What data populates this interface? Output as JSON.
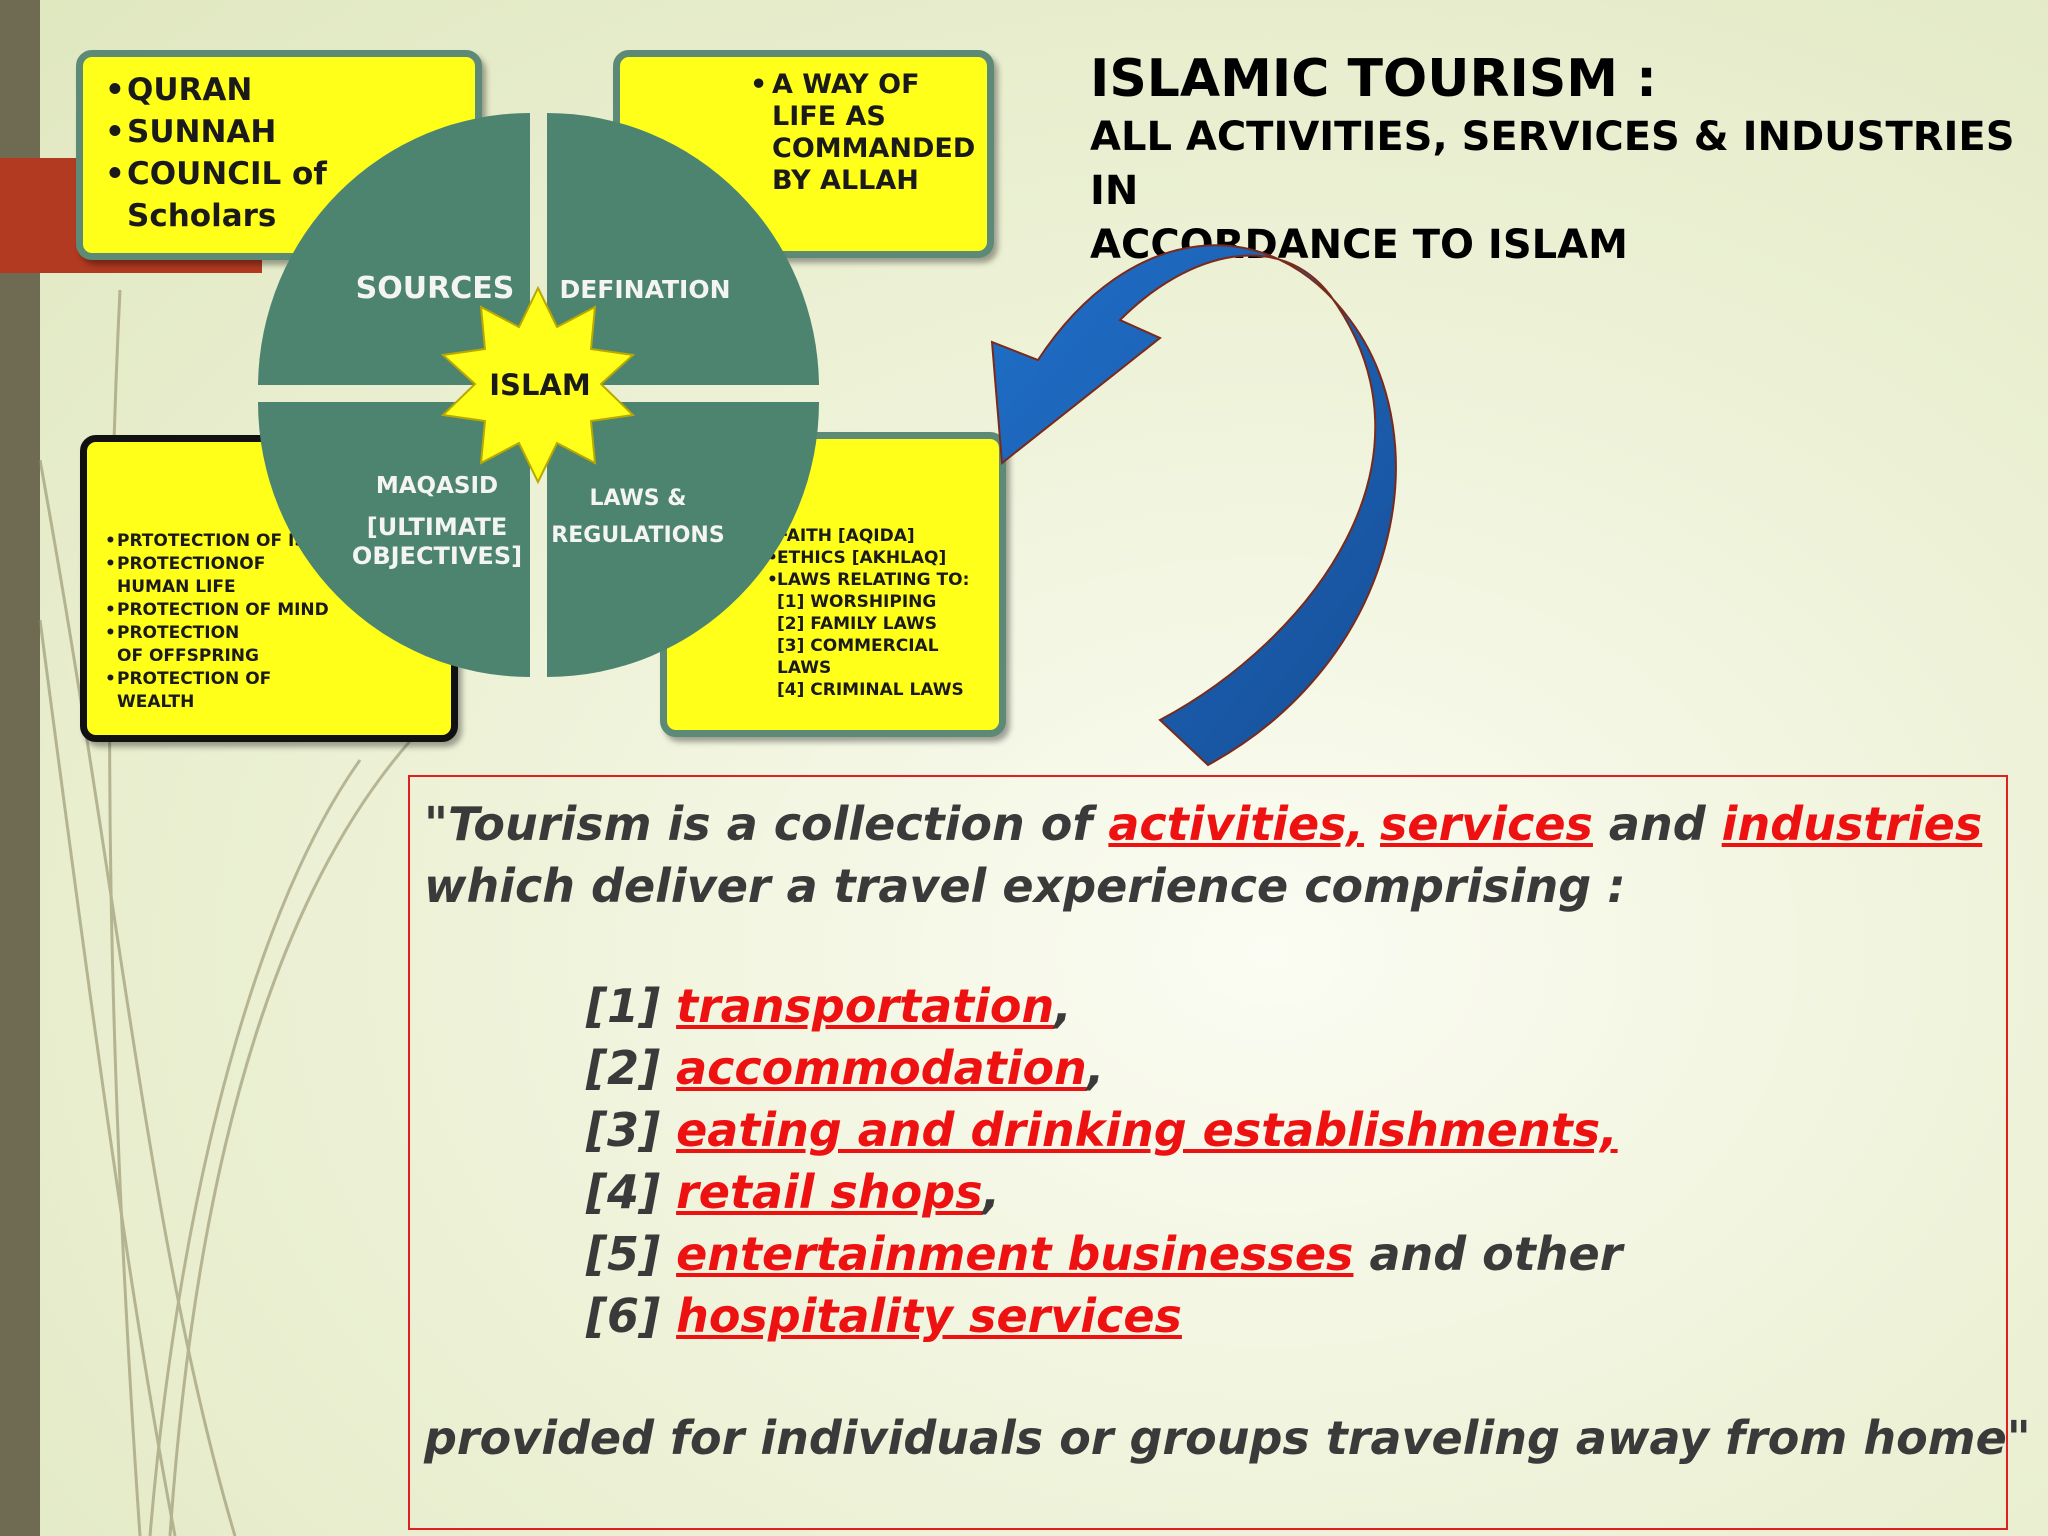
{
  "top_left_box": {
    "items": [
      "QURAN",
      "SUNNAH",
      "COUNCIL of Scholars"
    ]
  },
  "top_right_box": {
    "items": [
      "A WAY OF LIFE AS COMMANDED BY ALLAH"
    ]
  },
  "bottom_left_box": {
    "items": [
      "PRTOTECTION OF ISLAM",
      "PROTECTIONOF HUMAN LIFE",
      "PROTECTION OF MIND",
      "PROTECTION OF OFFSPRING",
      "PROTECTION OF WEALTH"
    ]
  },
  "bottom_right_box": {
    "items": [
      "FAITH [AQIDA]",
      "ETHICS [AKHLAQ]",
      "LAWS RELATING TO:",
      "[1] WORSHIPING\n[2] FAMILY LAWS\n[3] COMMERCIAL LAWS\n[4] CRIMINAL LAWS"
    ]
  },
  "wheel": {
    "center": "ISLAM",
    "sources": "SOURCES",
    "definition": "DEFINATION",
    "maqasid": [
      "MAQASID",
      "[ULTIMATE",
      "OBJECTIVES]"
    ],
    "laws": [
      "LAWS  &",
      "REGULATIONS"
    ],
    "fill_color": "#4d8470",
    "star_color": "#ffff1a"
  },
  "title": {
    "heading": "ISLAMIC TOURISM :",
    "line1": "ALL ACTIVITIES, SERVICES & INDUSTRIES IN",
    "line2": "ACCORDANCE TO  ISLAM"
  },
  "quote": {
    "l1_a": "\"Tourism is a collection of ",
    "l1_activities": "activities,",
    "l1_services": "services",
    "l1_and": " and ",
    "l1_industries": "industries",
    "l2": "which deliver a travel experience comprising :",
    "items": [
      {
        "num": "[1] ",
        "text": "transportation",
        "tail": ","
      },
      {
        "num": "[2] ",
        "text": "accommodation",
        "tail": ","
      },
      {
        "num": "[3] ",
        "text": "eating and drinking establishments,",
        "tail": ""
      },
      {
        "num": "[4] ",
        "text": "retail shops",
        "tail": ","
      },
      {
        "num": "[5] ",
        "text": "entertainment businesses",
        "tail": " and other"
      },
      {
        "num": "[6] ",
        "text": "hospitality services",
        "tail": ""
      }
    ],
    "closing": "provided for individuals or groups traveling away from home\""
  },
  "colors": {
    "highlight": "#ee1111",
    "arrow": "#1f5fae",
    "box": "#ffff1a"
  }
}
